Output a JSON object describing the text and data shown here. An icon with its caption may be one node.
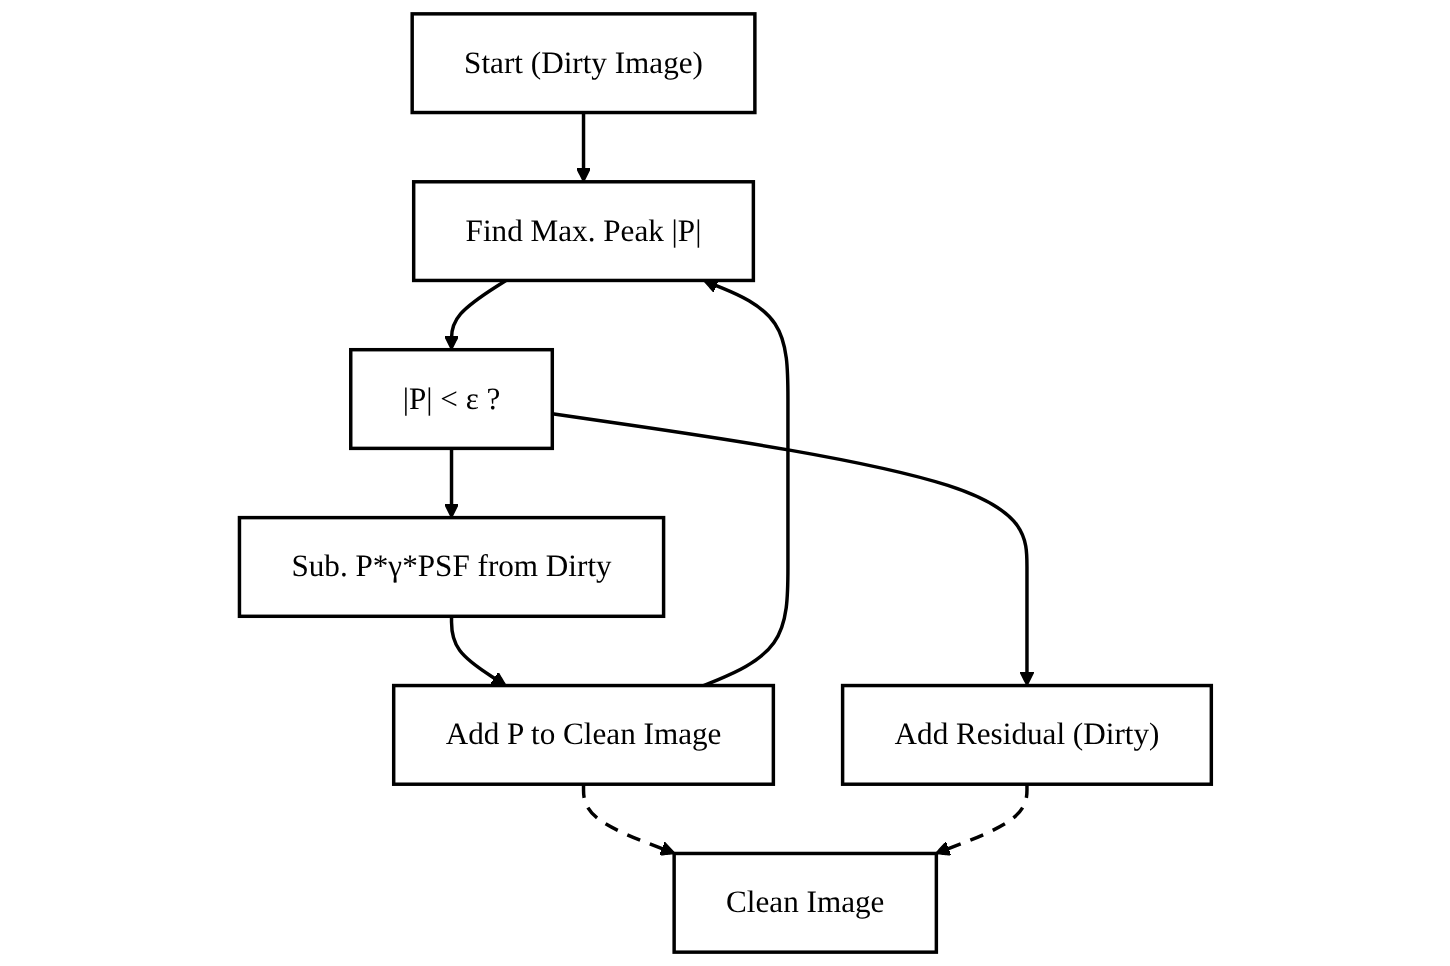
{
  "diagram": {
    "nodes": [
      {
        "text": [
          "Start (Dirty Image)"
        ]
      },
      {
        "text": [
          "Find Max. Peak |P|"
        ]
      },
      {
        "text": [
          "|P| < ε ?"
        ]
      },
      {
        "text": [
          "Sub. P*γ*PSF from Dirty"
        ]
      },
      {
        "text": [
          "Add Residual (Dirty)"
        ]
      },
      {
        "text": [
          "Add P to Clean Image"
        ]
      },
      {
        "text": [
          "Clean Image"
        ]
      }
    ],
    "edges": [
      {
        "from": 0,
        "to": 1,
        "arrow": "to"
      },
      {
        "from": 1,
        "to": 2,
        "arrow": "to"
      },
      {
        "from": 2,
        "to": 3,
        "arrow": "to"
      },
      {
        "from": 2,
        "to": 4,
        "arrow": "to"
      },
      {
        "from": 3,
        "to": 5,
        "arrow": "to"
      },
      {
        "from": 5,
        "to": 1,
        "arrow": "to"
      },
      {
        "from": 5,
        "to": 6,
        "arrow": "to",
        "style": "dashed"
      },
      {
        "from": 4,
        "to": 6,
        "arrow": "to",
        "style": "dashed"
      }
    ]
  }
}
